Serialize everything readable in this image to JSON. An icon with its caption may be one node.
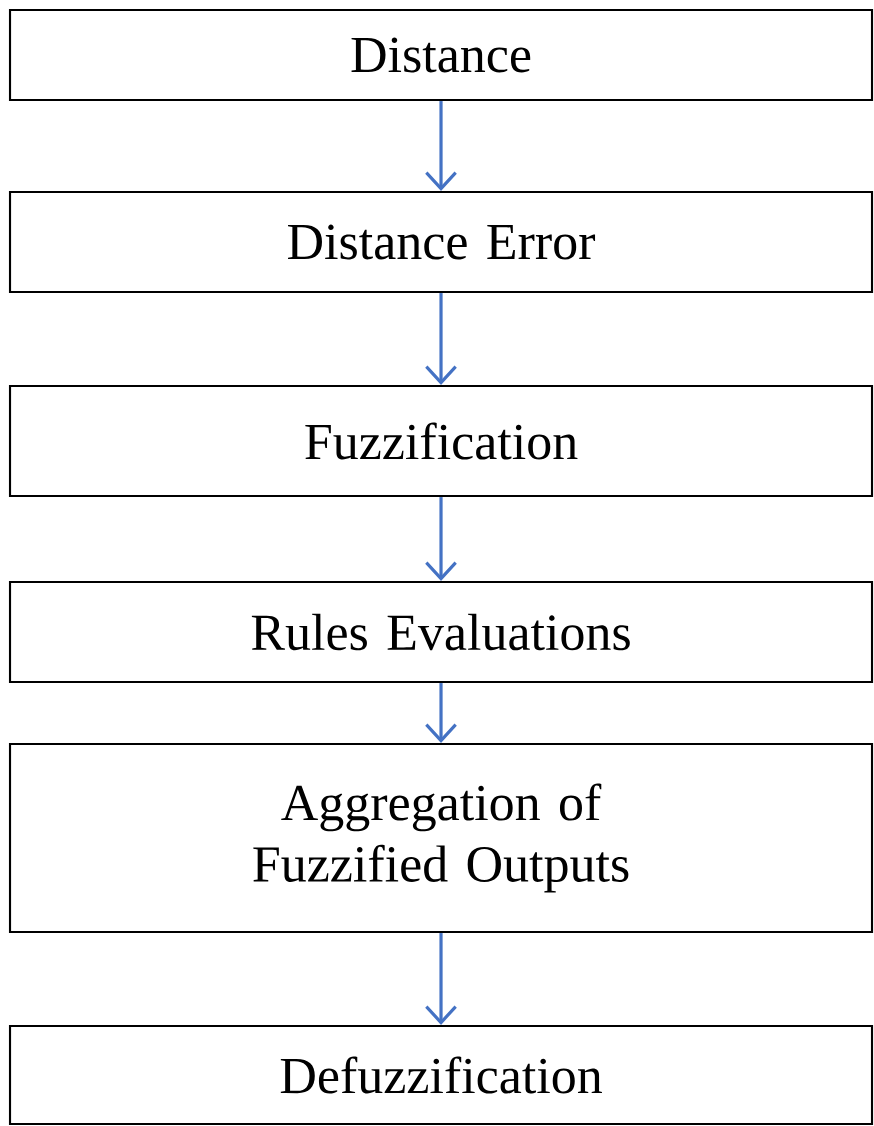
{
  "diagram": {
    "nodes": [
      {
        "text": [
          "Distance"
        ]
      },
      {
        "text": [
          "Distance Error"
        ]
      },
      {
        "text": [
          "Fuzzification"
        ]
      },
      {
        "text": [
          "Rules Evaluations"
        ]
      },
      {
        "text": [
          "Aggregation of Fuzzified Outputs"
        ]
      },
      {
        "text": [
          "Defuzzification"
        ]
      }
    ],
    "edges": [
      {
        "from": 0,
        "to": 1,
        "arrow": "to",
        "color": "#4472c4"
      },
      {
        "from": 1,
        "to": 2,
        "arrow": "to",
        "color": "#4472c4"
      },
      {
        "from": 2,
        "to": 3,
        "arrow": "to",
        "color": "#4472c4"
      },
      {
        "from": 3,
        "to": 4,
        "arrow": "to",
        "color": "#4472c4"
      },
      {
        "from": 4,
        "to": 5,
        "arrow": "to",
        "color": "#4472c4"
      }
    ]
  }
}
